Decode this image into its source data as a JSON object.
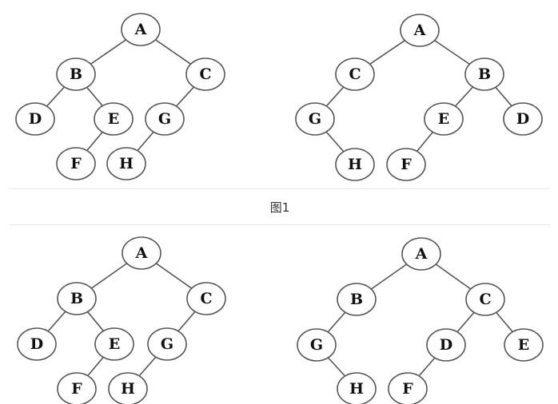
{
  "caption": "图1",
  "trees": [
    {
      "nodes": [
        {
          "id": "A",
          "label": "A"
        },
        {
          "id": "B",
          "label": "B"
        },
        {
          "id": "C",
          "label": "C"
        },
        {
          "id": "D",
          "label": "D"
        },
        {
          "id": "E",
          "label": "E"
        },
        {
          "id": "G",
          "label": "G"
        },
        {
          "id": "F",
          "label": "F"
        },
        {
          "id": "H",
          "label": "H"
        }
      ],
      "edges": [
        [
          "A",
          "B"
        ],
        [
          "A",
          "C"
        ],
        [
          "B",
          "D"
        ],
        [
          "B",
          "E"
        ],
        [
          "E",
          "F"
        ],
        [
          "C",
          "G"
        ],
        [
          "G",
          "H"
        ]
      ]
    },
    {
      "nodes": [
        {
          "id": "A",
          "label": "A"
        },
        {
          "id": "C",
          "label": "C"
        },
        {
          "id": "B",
          "label": "B"
        },
        {
          "id": "G",
          "label": "G"
        },
        {
          "id": "E",
          "label": "E"
        },
        {
          "id": "D",
          "label": "D"
        },
        {
          "id": "H",
          "label": "H"
        },
        {
          "id": "F",
          "label": "F"
        }
      ],
      "edges": [
        [
          "A",
          "C"
        ],
        [
          "A",
          "B"
        ],
        [
          "C",
          "G"
        ],
        [
          "G",
          "H"
        ],
        [
          "B",
          "E"
        ],
        [
          "B",
          "D"
        ],
        [
          "E",
          "F"
        ]
      ]
    },
    {
      "nodes": [
        {
          "id": "A",
          "label": "A"
        },
        {
          "id": "B",
          "label": "B"
        },
        {
          "id": "C",
          "label": "C"
        },
        {
          "id": "D",
          "label": "D"
        },
        {
          "id": "E",
          "label": "E"
        },
        {
          "id": "G",
          "label": "G"
        },
        {
          "id": "F",
          "label": "F"
        },
        {
          "id": "H",
          "label": "H"
        }
      ],
      "edges": [
        [
          "A",
          "B"
        ],
        [
          "A",
          "C"
        ],
        [
          "B",
          "D"
        ],
        [
          "B",
          "E"
        ],
        [
          "E",
          "F"
        ],
        [
          "C",
          "G"
        ],
        [
          "G",
          "H"
        ]
      ]
    },
    {
      "nodes": [
        {
          "id": "A",
          "label": "A"
        },
        {
          "id": "B",
          "label": "B"
        },
        {
          "id": "C",
          "label": "C"
        },
        {
          "id": "G",
          "label": "G"
        },
        {
          "id": "D",
          "label": "D"
        },
        {
          "id": "E",
          "label": "E"
        },
        {
          "id": "H",
          "label": "H"
        },
        {
          "id": "F",
          "label": "F"
        }
      ],
      "edges": [
        [
          "A",
          "B"
        ],
        [
          "A",
          "C"
        ],
        [
          "B",
          "G"
        ],
        [
          "G",
          "H"
        ],
        [
          "C",
          "D"
        ],
        [
          "C",
          "E"
        ],
        [
          "D",
          "F"
        ]
      ]
    }
  ]
}
